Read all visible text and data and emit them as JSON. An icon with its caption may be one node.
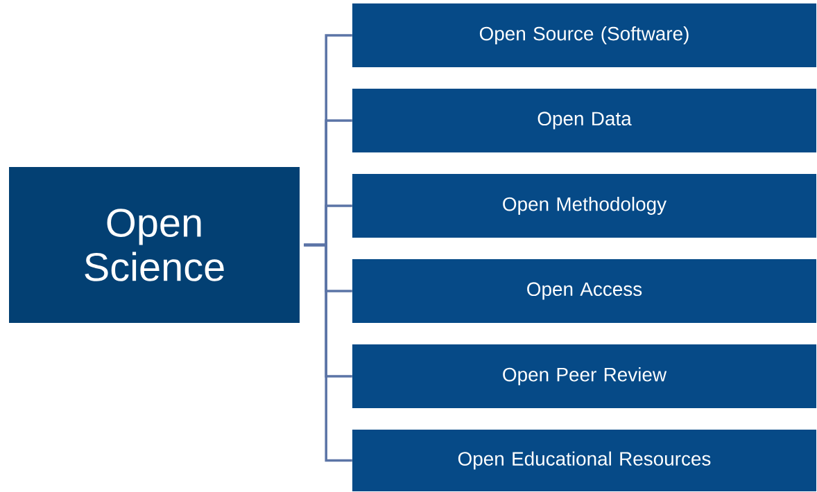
{
  "diagram": {
    "nodes": [
      {
        "text": [
          "Open Science"
        ]
      },
      {
        "text": [
          "Open Source (Software)"
        ]
      },
      {
        "text": [
          "Open Data"
        ]
      },
      {
        "text": [
          "Open Methodology"
        ]
      },
      {
        "text": [
          "Open Access"
        ]
      },
      {
        "text": [
          "Open Peer Review"
        ]
      },
      {
        "text": [
          "Open Educational Resources"
        ]
      }
    ],
    "edges": [
      {
        "from": 0,
        "to": 1,
        "arrow": "none"
      },
      {
        "from": 0,
        "to": 2,
        "arrow": "none"
      },
      {
        "from": 0,
        "to": 3,
        "arrow": "none"
      },
      {
        "from": 0,
        "to": 4,
        "arrow": "none"
      },
      {
        "from": 0,
        "to": 5,
        "arrow": "none"
      },
      {
        "from": 0,
        "to": 6,
        "arrow": "none"
      }
    ]
  }
}
